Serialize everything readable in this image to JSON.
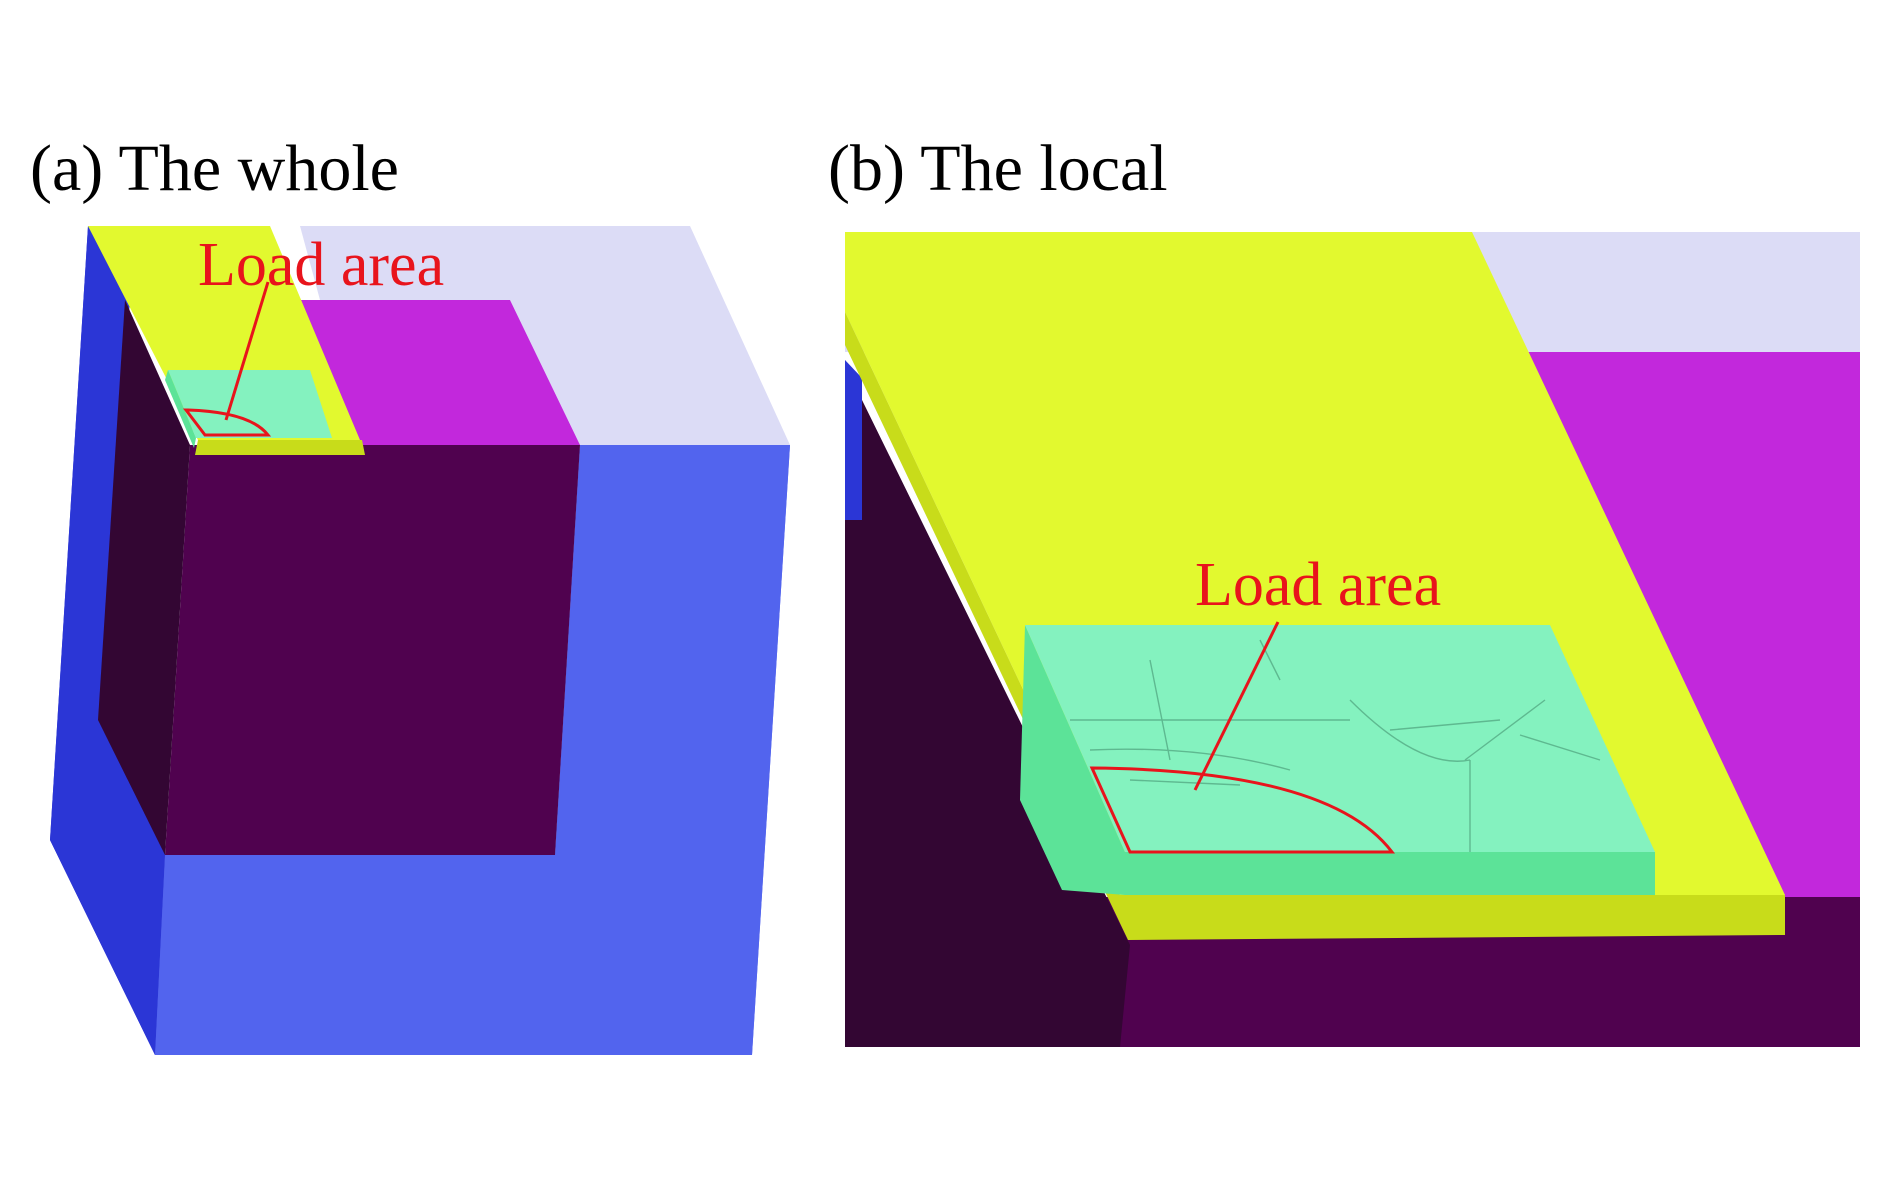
{
  "panels": [
    {
      "id": "a",
      "title": "(a) The whole",
      "callout": "Load area"
    },
    {
      "id": "b",
      "title": "(b) The local",
      "callout": "Load area"
    }
  ],
  "colors": {
    "blue_face": "#5264ee",
    "blue_side": "#2b36d6",
    "lavender_top": "#dcdcf6",
    "magenta": "#c228dc",
    "dark_purple": "#50024f",
    "darker_purple": "#330633",
    "yellow_top": "#e2f92f",
    "yellow_side": "#c8dc1a",
    "green_block": "#84f2bf",
    "green_side": "#5ce398",
    "callout_red": "#e8141c"
  }
}
